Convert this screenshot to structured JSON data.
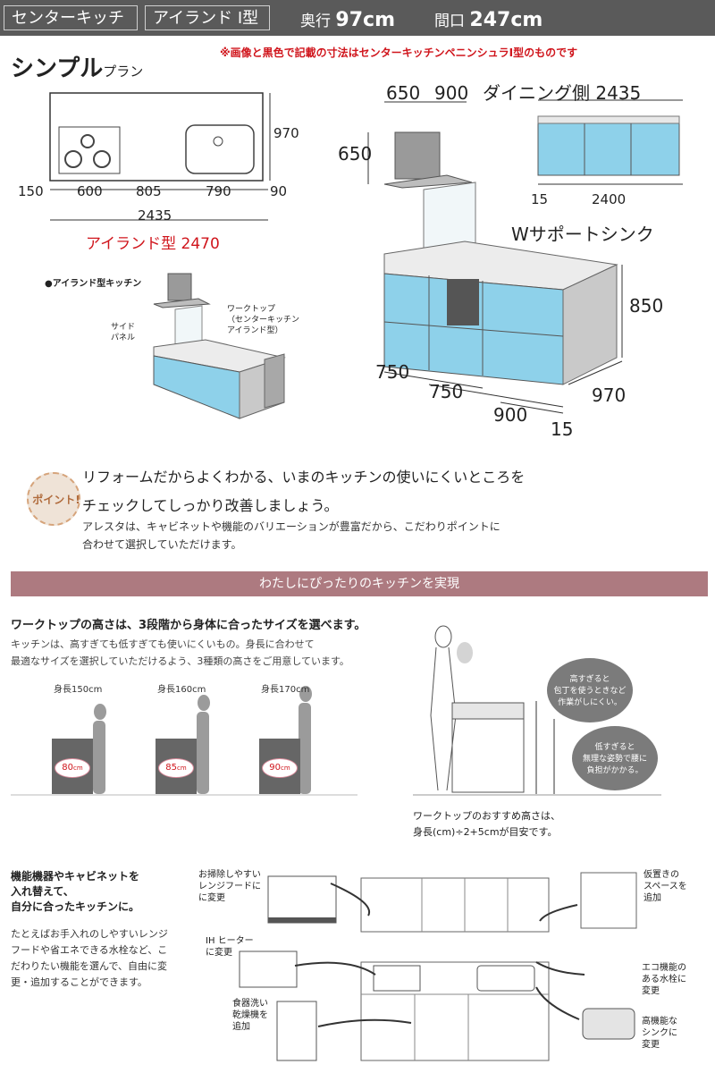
{
  "header": {
    "tag1": "センターキッチン",
    "tag2": "アイランド Ⅰ型",
    "depth_label": "奥行",
    "depth_value": "97cm",
    "width_label": "間口",
    "width_value": "247cm"
  },
  "plan": {
    "title": "シンプル",
    "title_suffix": "プラン",
    "note": "※画像と黒色で記載の寸法はセンターキッチンペニンシュラI型のものです",
    "dims_top": [
      "150",
      "600",
      "805",
      "790",
      "90"
    ],
    "dim_depth": "970",
    "dim_total": "2435",
    "island_label": "アイランド型 2470",
    "side_650": "650",
    "side_900": "900",
    "dining_label": "ダイニング側 2435",
    "height_650": "650",
    "dim_15": "15",
    "dim_2400": "2400",
    "sink_label": "Wサポートシンク",
    "height_850": "850",
    "bottom_750a": "750",
    "bottom_750b": "750",
    "bottom_900": "900",
    "bottom_15": "15",
    "bottom_970": "970",
    "island_bullet": "●アイランド型キッチン",
    "worktop_label": [
      "ワークトップ",
      "（センターキッチン",
      "アイランド型）"
    ],
    "side_panel_label": [
      "サイド",
      "パネル"
    ]
  },
  "point": {
    "badge": "ポイント!",
    "line1": "リフォームだからよくわかる、いまのキッチンの使いにくいところを",
    "line2": "チェックしてしっかり改善しましょう。",
    "sub1": "アレスタは、キャビネットや機能のバリエーションが豊富だから、こだわりポイントに",
    "sub2": "合わせて選択していただけます。"
  },
  "band": "わたしにぴったりのキッチンを実現",
  "height_section": {
    "title": "ワークトップの高さは、3段階から身体に合ったサイズを選べます。",
    "desc1": "キッチンは、高すぎても低すぎても使いにくいもの。身長に合わせて",
    "desc2": "最適なサイズを選択していただけるよう、3種類の高さをご用意しています。",
    "people": [
      {
        "label": "身長150cm",
        "height": "80",
        "unit": "cm"
      },
      {
        "label": "身長160cm",
        "height": "85",
        "unit": "cm"
      },
      {
        "label": "身長170cm",
        "height": "90",
        "unit": "cm"
      }
    ],
    "bubble_high": [
      "高すぎると",
      "包丁を使うときなど",
      "作業がしにくい。"
    ],
    "bubble_low": [
      "低すぎると",
      "無理な姿勢で腰に",
      "負担がかかる。"
    ],
    "rec1": "ワークトップのおすすめ高さは、",
    "rec2": "身長(cm)÷2+5cmが目安です。"
  },
  "replace_section": {
    "title": [
      "機能機器やキャビネットを",
      "入れ替えて、",
      "自分に合ったキッチンに。"
    ],
    "desc": "たとえばお手入れのしやすいレンジフードや省エネできる水栓など、こだわりたい機能を選んで、自由に変更・追加することができます。",
    "label_hood": [
      "お掃除しやすい",
      "レンジフードに",
      "に変更"
    ],
    "label_ih": [
      "IH ヒーター",
      "に変更"
    ],
    "label_dish": [
      "食器洗い",
      "乾燥機を",
      "追加"
    ],
    "label_storage": [
      "仮置きの",
      "スペースを",
      "追加"
    ],
    "label_faucet": [
      "エコ機能の",
      "ある水栓に",
      "変更"
    ],
    "label_sink": [
      "高機能な",
      "シンクに",
      "変更"
    ]
  },
  "colors": {
    "header_bg": "#5a5a5a",
    "accent_red": "#d0151c",
    "cabinet_blue": "#8ed1ea",
    "band_bg": "#ad7a80"
  }
}
